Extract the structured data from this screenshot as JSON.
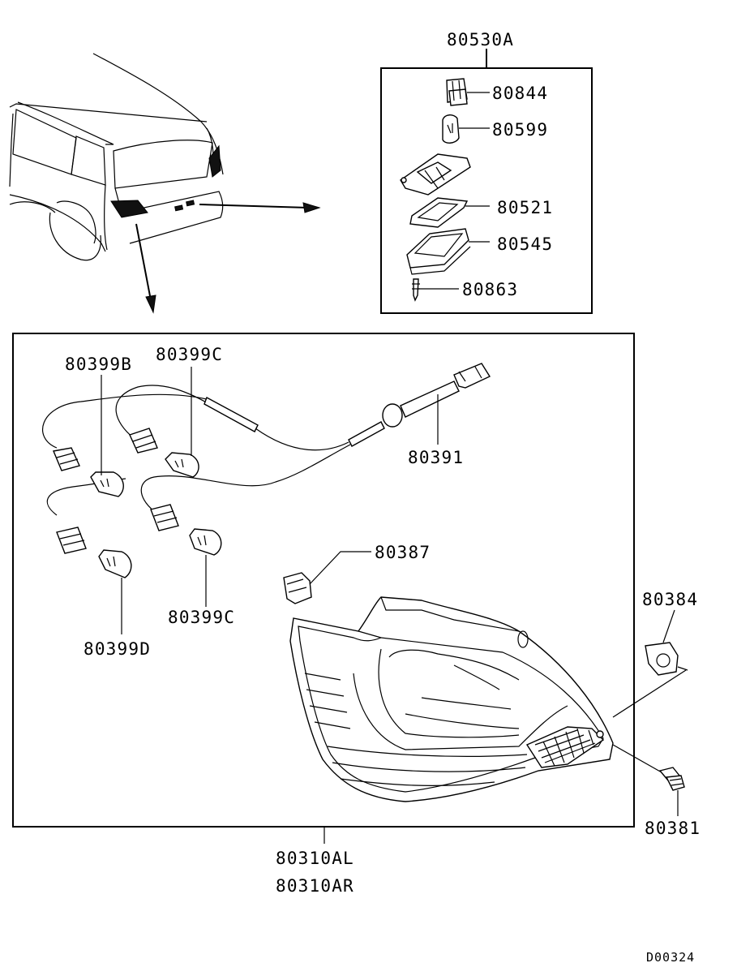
{
  "labels": {
    "assembly_top": "80530A",
    "p80844": "80844",
    "p80599": "80599",
    "p80521": "80521",
    "p80545": "80545",
    "p80863": "80863",
    "p80399b": "80399B",
    "p80399c_top": "80399C",
    "p80391": "80391",
    "p80387": "80387",
    "p80399c_bottom": "80399C",
    "p80399d": "80399D",
    "p80384": "80384",
    "p80381": "80381",
    "p80310al": "80310AL",
    "p80310ar": "80310AR",
    "diagram_code": "D00324"
  }
}
